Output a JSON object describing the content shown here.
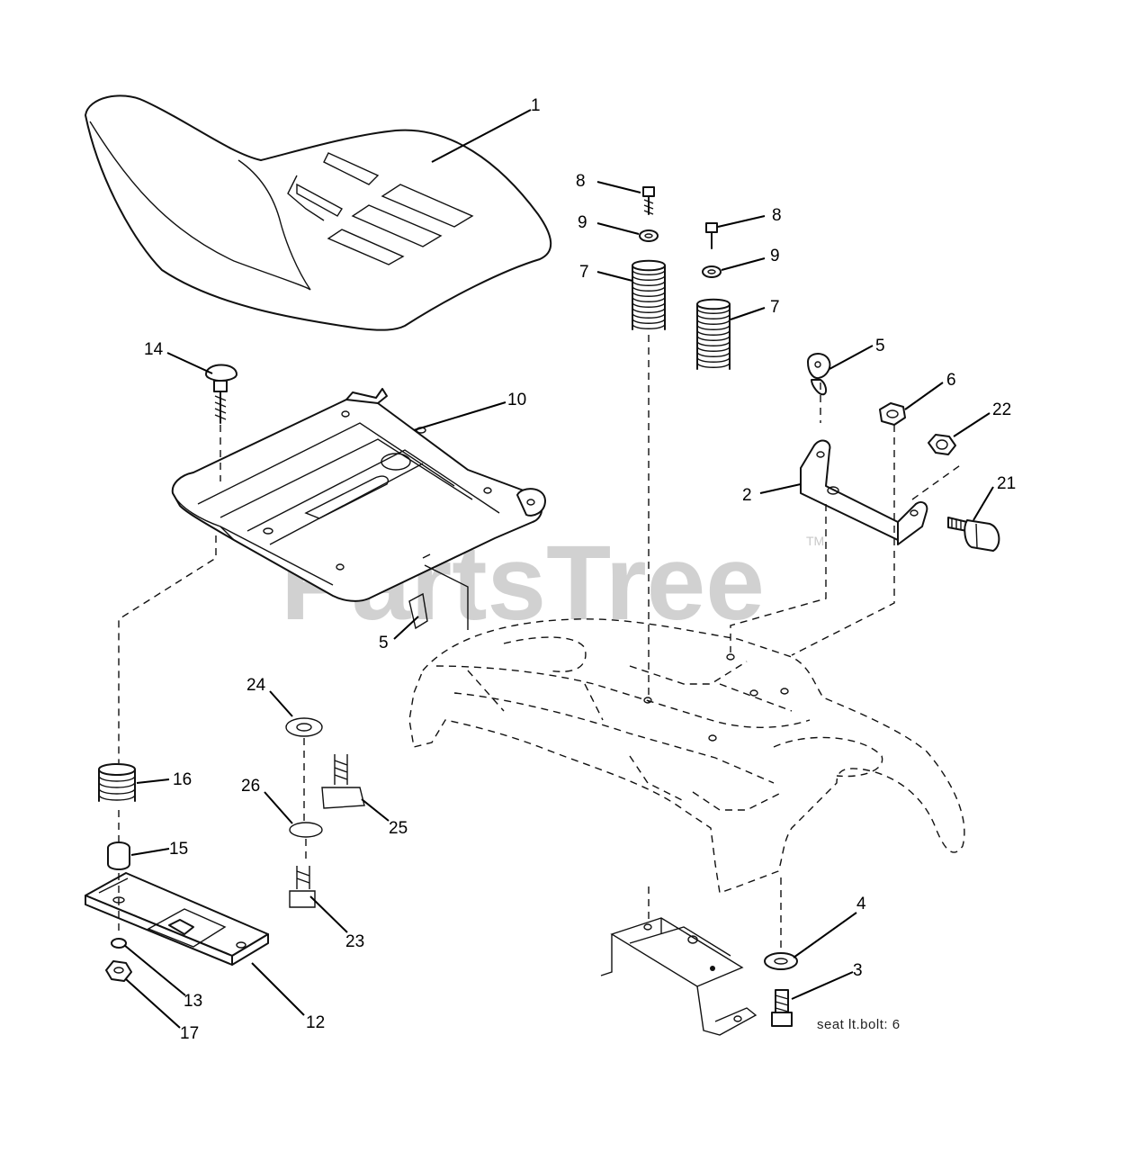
{
  "diagram": {
    "caption": "seat lt.bolt: 6",
    "watermark": "PartsTree",
    "watermark_mark": "TM",
    "callouts": [
      {
        "id": "c1",
        "label": "1"
      },
      {
        "id": "c8a",
        "label": "8"
      },
      {
        "id": "c9a",
        "label": "9"
      },
      {
        "id": "c7a",
        "label": "7"
      },
      {
        "id": "c8b",
        "label": "8"
      },
      {
        "id": "c9b",
        "label": "9"
      },
      {
        "id": "c7b",
        "label": "7"
      },
      {
        "id": "c5a",
        "label": "5"
      },
      {
        "id": "c6",
        "label": "6"
      },
      {
        "id": "c22",
        "label": "22"
      },
      {
        "id": "c2",
        "label": "2"
      },
      {
        "id": "c21",
        "label": "21"
      },
      {
        "id": "c14",
        "label": "14"
      },
      {
        "id": "c10",
        "label": "10"
      },
      {
        "id": "c5b",
        "label": "5"
      },
      {
        "id": "c24",
        "label": "24"
      },
      {
        "id": "c16",
        "label": "16"
      },
      {
        "id": "c26",
        "label": "26"
      },
      {
        "id": "c25",
        "label": "25"
      },
      {
        "id": "c15",
        "label": "15"
      },
      {
        "id": "c23",
        "label": "23"
      },
      {
        "id": "c4",
        "label": "4"
      },
      {
        "id": "c3",
        "label": "3"
      },
      {
        "id": "c13",
        "label": "13"
      },
      {
        "id": "c12",
        "label": "12"
      },
      {
        "id": "c17",
        "label": "17"
      }
    ]
  }
}
